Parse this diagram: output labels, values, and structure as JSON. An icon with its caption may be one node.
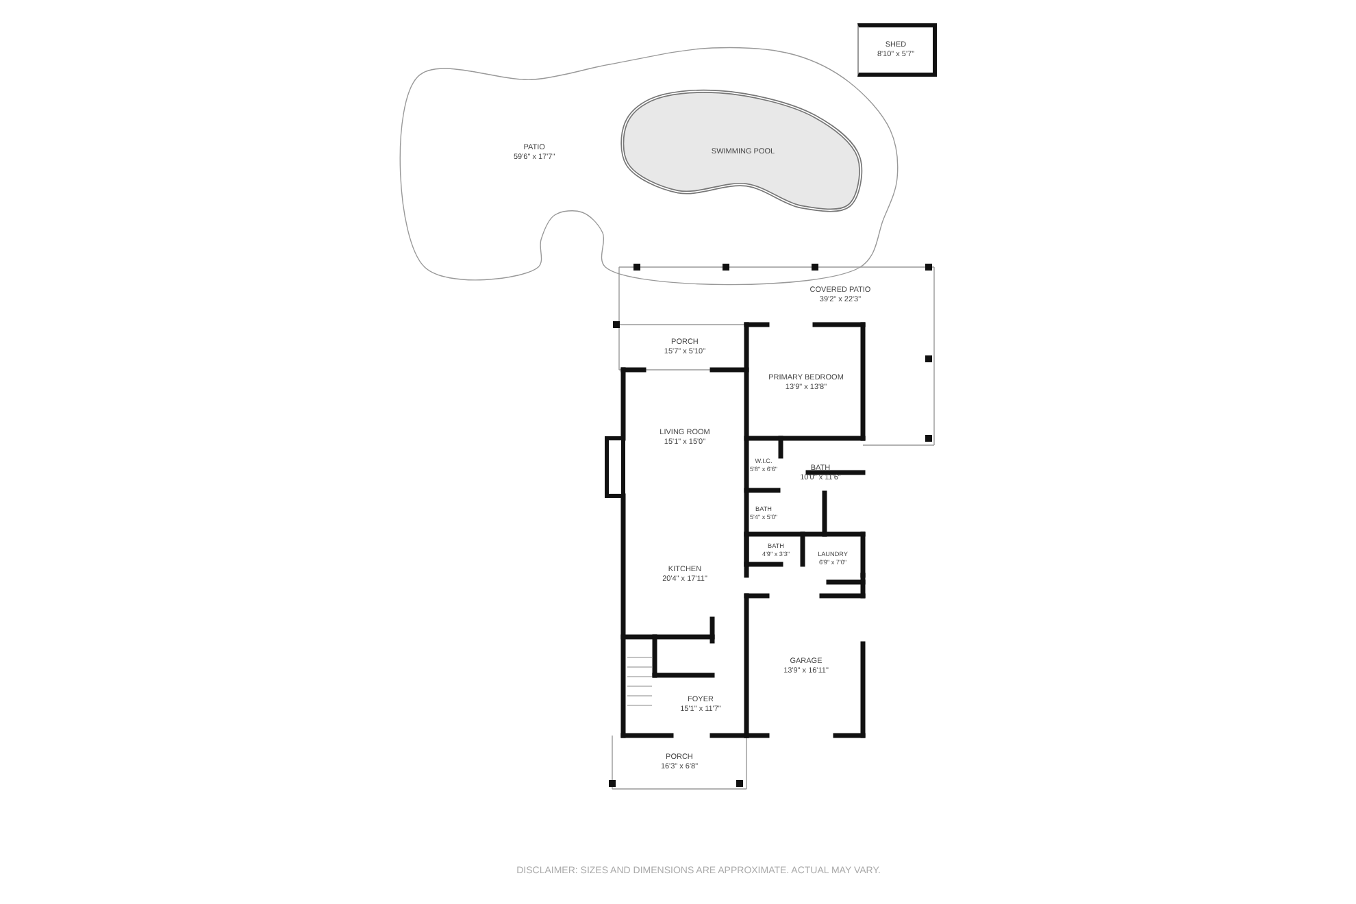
{
  "diagram": {
    "nodes": [
      {
        "text": [
          "SHED",
          "8'10\" x 5'7\""
        ]
      },
      {
        "text": [
          "PATIO",
          "59'6\" x 17'7\""
        ]
      },
      {
        "text": [
          "SWIMMING POOL"
        ],
        "in": 1
      },
      {
        "text": [
          "COVERED PATIO",
          "39'2\" x 22'3\""
        ]
      },
      {
        "text": [
          "PORCH",
          "15'7\" x 5'10\""
        ]
      },
      {
        "text": [
          "PRIMARY BEDROOM",
          "13'9\" x 13'8\""
        ]
      },
      {
        "text": [
          "LIVING ROOM",
          "15'1\" x 15'0\""
        ]
      },
      {
        "text": [
          "W.I.C.",
          "5'8\" x 6'6\""
        ]
      },
      {
        "text": [
          "BATH",
          "10'0\" x 11'6\""
        ]
      },
      {
        "text": [
          "BATH",
          "5'4\" x 5'0\""
        ]
      },
      {
        "text": [
          "BATH",
          "4'9\" x 3'3\""
        ]
      },
      {
        "text": [
          "LAUNDRY",
          "6'9\" x 7'0\""
        ]
      },
      {
        "text": [
          "KITCHEN",
          "20'4\" x 17'11\""
        ]
      },
      {
        "text": [
          "GARAGE",
          "13'9\" x 16'11\""
        ]
      },
      {
        "text": [
          "FOYER",
          "15'1\" x 11'7\""
        ]
      },
      {
        "text": [
          "PORCH",
          "16'3\" x 6'8\""
        ]
      }
    ],
    "labels": [
      "DISCLAIMER: SIZES AND DIMENSIONS ARE APPROXIMATE. ACTUAL MAY VARY."
    ]
  }
}
